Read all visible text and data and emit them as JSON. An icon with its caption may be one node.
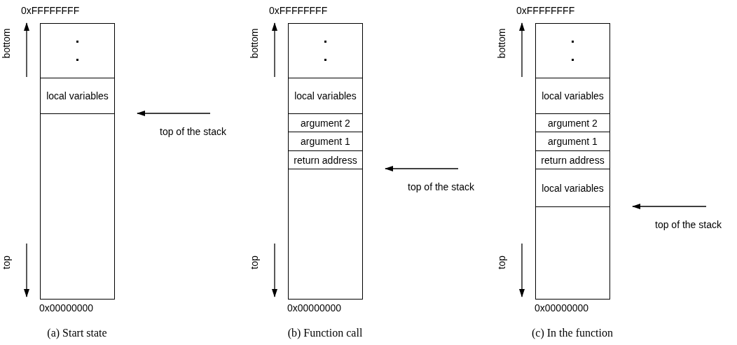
{
  "diagram": {
    "nodes": [
      {
        "text": [],
        "shape": "box"
      },
      {
        "text": [],
        "shape": "box",
        "in": 0
      },
      {
        "text": [
          "local variables"
        ],
        "in": 0
      },
      {
        "text": [
          "top of the stack"
        ]
      },
      {
        "text": [],
        "shape": "box"
      },
      {
        "text": [],
        "shape": "box",
        "in": 4
      },
      {
        "text": [
          "local variables"
        ],
        "in": 4
      },
      {
        "text": [
          "argument 2"
        ],
        "in": 4
      },
      {
        "text": [
          "argument 1"
        ],
        "in": 4
      },
      {
        "text": [
          "return address"
        ],
        "in": 4
      },
      {
        "text": [
          "top of the stack"
        ]
      },
      {
        "text": [],
        "shape": "box"
      },
      {
        "text": [],
        "shape": "box",
        "in": 11
      },
      {
        "text": [
          "local variables"
        ],
        "in": 11
      },
      {
        "text": [
          "argument 2"
        ],
        "in": 11
      },
      {
        "text": [
          "argument 1"
        ],
        "in": 11
      },
      {
        "text": [
          "return address"
        ],
        "in": 11
      },
      {
        "text": [
          "local variables"
        ],
        "in": 11
      },
      {
        "text": [
          "top of the stack"
        ]
      }
    ],
    "edges": [
      {
        "from": 3,
        "to": null,
        "arrow": "to"
      },
      {
        "from": 10,
        "to": null,
        "arrow": "to"
      },
      {
        "from": 18,
        "to": null,
        "arrow": "to"
      }
    ],
    "labels": [
      "0xFFFFFFFF",
      "bottom",
      "top",
      "0x00000000",
      "(a) Start state",
      "0xFFFFFFFF",
      "bottom",
      "top",
      "0x00000000",
      "(b) Function call",
      "0xFFFFFFFF",
      "bottom",
      "top",
      "0x00000000",
      "(c) In the function"
    ]
  }
}
